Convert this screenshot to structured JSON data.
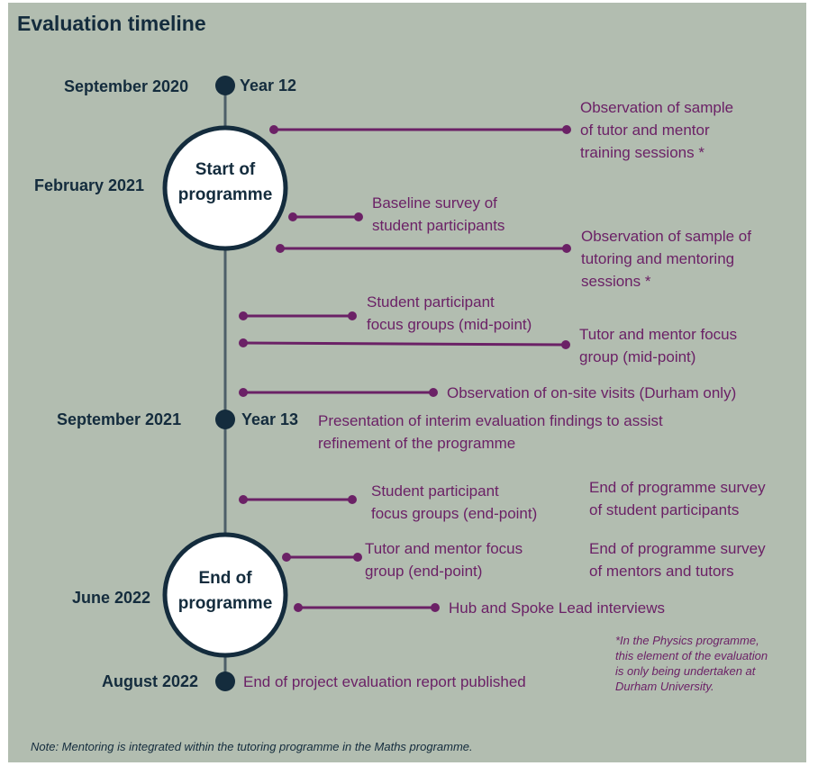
{
  "title": "Evaluation timeline",
  "colors": {
    "background": "#b2bdb0",
    "navy": "#142c3d",
    "purple": "#6b2166",
    "circle_fill": "#ffffff"
  },
  "milestones": {
    "sep_2020": {
      "date": "September 2020",
      "label": "Year 12"
    },
    "feb_2021": {
      "date": "February 2021",
      "circle_label": "Start of programme"
    },
    "sep_2021": {
      "date": "September 2021",
      "label": "Year 13"
    },
    "jun_2022": {
      "date": "June 2022",
      "circle_label": "End of programme"
    },
    "aug_2022": {
      "date": "August 2022"
    }
  },
  "circles": {
    "start": [
      "Start of",
      "programme"
    ],
    "end": [
      "End of",
      "programme"
    ]
  },
  "events": {
    "obs_training": [
      "Observation of sample",
      "of tutor and mentor",
      "training sessions *"
    ],
    "baseline_survey": [
      "Baseline survey of",
      "student participants"
    ],
    "obs_sessions": [
      "Observation of sample of",
      "tutoring and mentoring",
      "sessions *"
    ],
    "focus_mid": [
      "Student participant",
      "focus groups (mid-point)"
    ],
    "tutor_focus_mid": [
      "Tutor and mentor focus",
      "group (mid-point)"
    ],
    "onsite_visits": "Observation of on-site visits (Durham only)",
    "interim_findings": [
      "Presentation of interim evaluation findings to assist",
      "refinement of the programme"
    ],
    "focus_end": [
      "Student participant",
      "focus groups (end-point)"
    ],
    "survey_students": [
      "End of programme survey",
      "of student participants"
    ],
    "tutor_focus_end": [
      "Tutor and mentor focus",
      "group (end-point)"
    ],
    "survey_mentors": [
      "End of programme survey",
      "of mentors and tutors"
    ],
    "hub_interviews": "Hub and Spoke Lead interviews",
    "final_report": "End of project evaluation report published"
  },
  "footnote": [
    "*In the Physics programme,",
    "this element of the evaluation",
    "is only being undertaken at",
    "Durham University."
  ],
  "note": "Note: Mentoring is integrated within the tutoring programme in the Maths programme."
}
